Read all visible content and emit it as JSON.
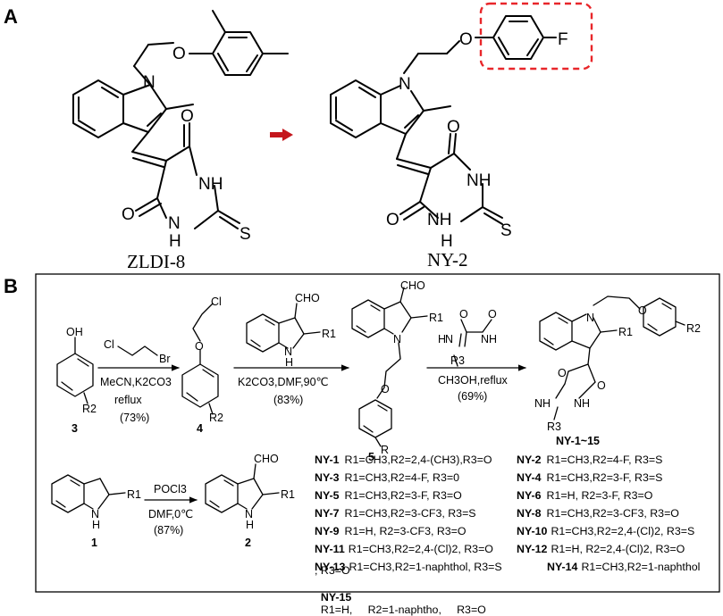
{
  "panel_a": {
    "label": "A",
    "compound_left": "ZLDI-8",
    "compound_right": "NY-2",
    "atoms": {
      "O": "O",
      "N": "N",
      "NH": "NH",
      "H": "H",
      "S": "S",
      "F": "F"
    },
    "highlight_color": "#e8262a",
    "arrow_color": "#c4161c"
  },
  "panel_b": {
    "label": "B",
    "atoms": {
      "OH": "OH",
      "Cl": "Cl",
      "Br": "Br",
      "O": "O",
      "CHO": "CHO",
      "N": "N",
      "NH": "NH",
      "H": "H",
      "R": "R",
      "R1": "R1",
      "R2": "R2",
      "R3": "R3"
    },
    "cmpd": {
      "c1": "1",
      "c2": "2",
      "c3": "3",
      "c4": "4",
      "c5": "5",
      "product": "NY-1~15"
    },
    "step1": {
      "c1": "MeCN,K2CO3",
      "c2": "reflux",
      "c3": "(73%)"
    },
    "step2": {
      "c1": "K2CO3,DMF,90℃",
      "c2": "(83%)"
    },
    "step3": {
      "c1": "CH3OH,reflux",
      "c2": "(69%)"
    },
    "step4": {
      "c1": "POCl3",
      "c2": "DMF,0℃",
      "c3": "(87%)"
    },
    "table": [
      {
        "id": "NY-1",
        "text": "R1=CH3,R2=2,4-(CH3),R3=O"
      },
      {
        "id": "NY-2",
        "text": "R1=CH3,R2=4-F,          R3=S"
      },
      {
        "id": "NY-3",
        "text": "R1=CH3,R2=4-F,           R3=0"
      },
      {
        "id": "NY-4",
        "text": "R1=CH3,R2=3-F,           R3=S"
      },
      {
        "id": "NY-5",
        "text": "R1=CH3,R2=3-F,           R3=O"
      },
      {
        "id": "NY-6",
        "text": "R1=H,     R2=3-F,         R3=O"
      },
      {
        "id": "NY-7",
        "text": "R1=CH3,R2=3-CF3,         R3=S"
      },
      {
        "id": "NY-8",
        "text": "R1=CH3,R2=3-CF3,         R3=O"
      },
      {
        "id": "NY-9",
        "text": "R1=H,     R2=3-CF3,        R3=O"
      },
      {
        "id": "NY-10",
        "text": "R1=CH3,R2=2,4-(Cl)2,  R3=S"
      },
      {
        "id": "NY-11",
        "text": "R1=CH3,R2=2,4-(Cl)2,   R3=O"
      },
      {
        "id": "NY-12",
        "text": "R1=H,     R2=2,4-(Cl)2,  R3=O"
      },
      {
        "id": "NY-13",
        "text": "R1=CH3,R2=1-naphthol,       R3=S"
      },
      {
        "id": "NY-14",
        "text": "R1=CH3,R2=1-naphthol"
      },
      {
        "id": "NY-14b",
        "text": ",   R3=O"
      },
      {
        "id": "NY-15",
        "text": "R1=H,     R2=1-naphtho,     R3=O"
      }
    ]
  }
}
